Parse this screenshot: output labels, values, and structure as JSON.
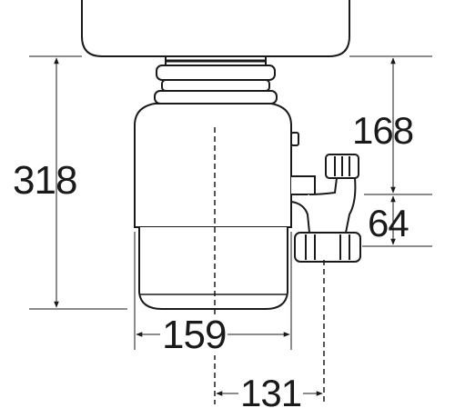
{
  "dimensions": {
    "overall_height": "318",
    "body_diameter": "159",
    "top_to_outlet": "168",
    "outlet_height": "64",
    "outlet_offset": "131"
  },
  "colors": {
    "stroke": "#1a1a1a",
    "fill": "#ffffff",
    "background": "#ffffff"
  }
}
